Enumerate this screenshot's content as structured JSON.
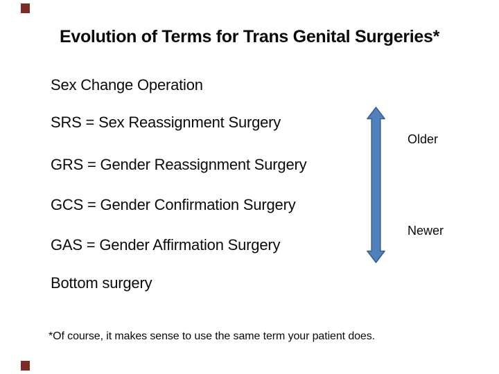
{
  "slide": {
    "title": "Evolution of Terms for Trans Genital Surgeries*",
    "terms": [
      "Sex Change Operation",
      "SRS = Sex Reassignment Surgery",
      "GRS = Gender Reassignment Surgery",
      "GCS = Gender Confirmation Surgery",
      "GAS = Gender Affirmation Surgery",
      "Bottom surgery"
    ],
    "timeline": {
      "older_label": "Older",
      "newer_label": "Newer"
    },
    "footnote": "*Of course, it makes sense to use the same term your patient does.",
    "colors": {
      "background": "#ffffff",
      "text": "#0a0a0a",
      "arrow_fill": "#4f81bd",
      "arrow_stroke": "#3a5f8b",
      "corner_mark": "#7d2b25"
    }
  }
}
